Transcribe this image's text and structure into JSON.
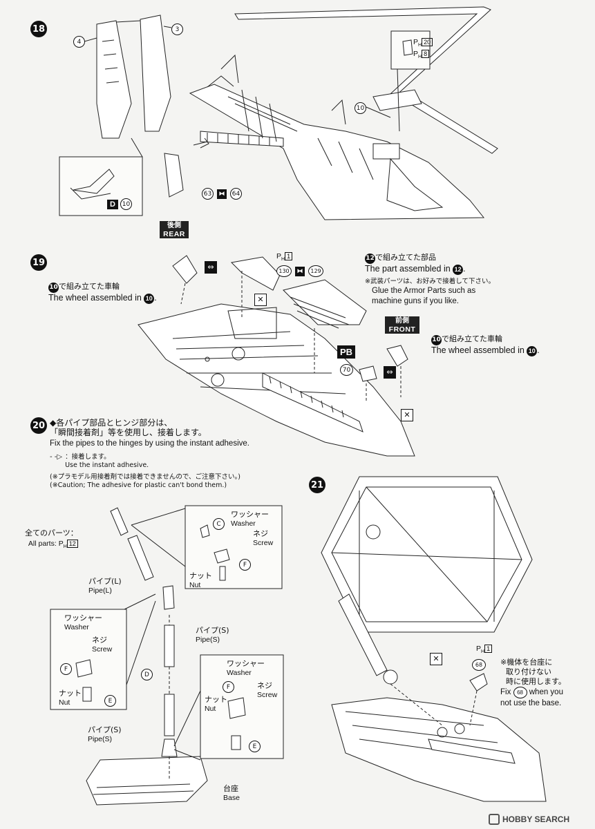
{
  "steps": {
    "s18": {
      "num": "18",
      "part_d": "D",
      "part_10": "10",
      "callout_4": "4",
      "callout_3": "3",
      "callout_10": "10",
      "p63": "63",
      "p64": "64",
      "ph20": "20",
      "ph8": "8"
    },
    "s19": {
      "num": "19",
      "rear_jp": "後側",
      "rear_en": "REAR",
      "front_jp": "前側",
      "front_en": "FRONT",
      "wheel_rear_jp_tail": "で組み立てた車輪",
      "wheel_rear_en": "The wheel assembled in",
      "wheel_ref": "10",
      "ph1": "1",
      "p130": "130",
      "p129": "129",
      "part12_jp_tail": "で組み立てた部品",
      "part12_en": "The part assembled in",
      "part12_ref": "12",
      "armor_jp": "※武装パーツは、お好みで接着して下さい。",
      "armor_en1": "Glue the Armor Parts such as",
      "armor_en2": "machine guns if you like.",
      "wheel_front_jp_tail": "で組み立てた車輪",
      "wheel_front_en": "The wheel assembled in",
      "pb": "PB",
      "p70": "70"
    },
    "s20": {
      "num": "20",
      "jp1": "◆各パイプ部品とヒンジ部分は、",
      "jp2": "「瞬間接着剤」等を使用し、接着します。",
      "en1": "Fix the pipes to the hinges by using the instant adhesive.",
      "arrow_jp": "：接着します。",
      "arrow_en": "Use the instant adhesive.",
      "caution_jp": "(※プラモデル用接着剤では接着できませんので、ご注意下さい。)",
      "caution_en": "(※Caution; The adhesive for plastic can't bond them.)",
      "allparts_jp": "全てのパーツ：",
      "allparts_en": "All parts:",
      "ph12": "12",
      "washer_jp": "ワッシャー",
      "washer_en": "Washer",
      "screw_jp": "ネジ",
      "screw_en": "Screw",
      "nut_jp": "ナット",
      "nut_en": "Nut",
      "pipe_l_jp": "パイプ(L)",
      "pipe_l_en": "Pipe(L)",
      "pipe_s_jp": "パイプ(S)",
      "pipe_s_en": "Pipe(S)",
      "base_jp": "台座",
      "base_en": "Base",
      "c": "C",
      "f": "F",
      "e": "E",
      "d": "D"
    },
    "s21": {
      "num": "21",
      "ph1": "1",
      "p68": "68",
      "note_jp1": "※機体を台座に",
      "note_jp2": "取り付けない",
      "note_jp3": "時に使用します。",
      "note_en1_pre": "Fix",
      "note_en1_post": "when you",
      "note_en2": "not use the base."
    }
  },
  "watermark": "HOBBY SEARCH"
}
